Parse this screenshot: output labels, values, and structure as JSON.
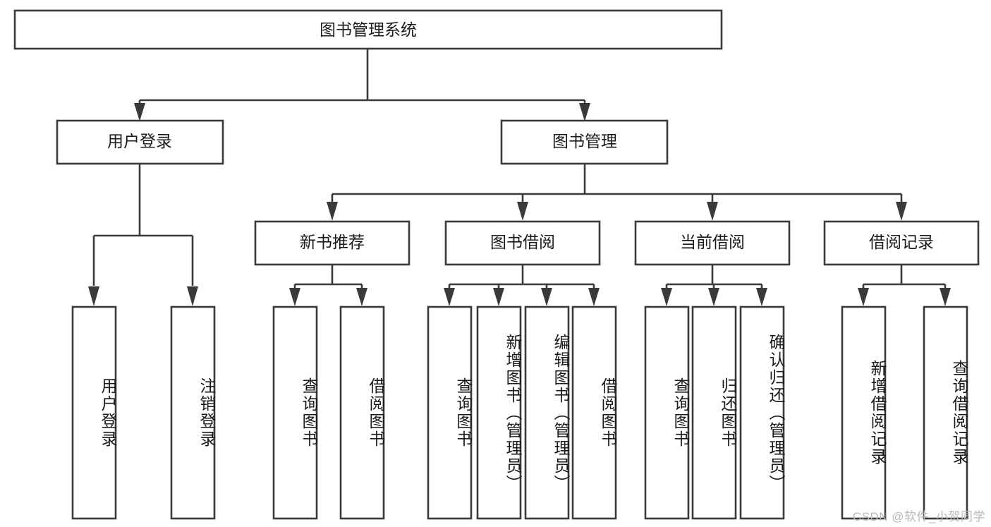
{
  "diagram": {
    "title": "图书管理系统",
    "watermark": "CSDN @软件_小贺同学",
    "colors": {
      "stroke": "#3a3a3a",
      "fill": "#ffffff",
      "text": "#1a1a1a",
      "watermark": "#b9b9b9",
      "background": "#ffffff"
    },
    "root": {
      "label": "图书管理系统"
    },
    "level2": [
      {
        "label": "用户登录"
      },
      {
        "label": "图书管理"
      }
    ],
    "level3": [
      {
        "label": "新书推荐"
      },
      {
        "label": "图书借阅"
      },
      {
        "label": "当前借阅"
      },
      {
        "label": "借阅记录"
      }
    ],
    "leaves": {
      "user_login": [
        {
          "label": "用户登录"
        },
        {
          "label": "注销登录"
        }
      ],
      "new_book_recommend": [
        {
          "label": "查询图书"
        },
        {
          "label": "借阅图书"
        }
      ],
      "book_borrow": [
        {
          "label": "查询图书"
        },
        {
          "label": "新增图书（管理员）"
        },
        {
          "label": "编辑图书（管理员）"
        },
        {
          "label": "借阅图书"
        }
      ],
      "current_borrow": [
        {
          "label": "查询图书"
        },
        {
          "label": "归还图书"
        },
        {
          "label": "确认归还（管理员）"
        }
      ],
      "borrow_record": [
        {
          "label": "新增借阅记录"
        },
        {
          "label": "查询借阅记录"
        }
      ]
    }
  },
  "chart_data": {
    "type": "tree-diagram",
    "title": "图书管理系统",
    "orientation": "top-down",
    "levels": 4,
    "nodes": [
      {
        "id": "root",
        "label": "图书管理系统",
        "level": 0,
        "parent": null
      },
      {
        "id": "n1",
        "label": "用户登录",
        "level": 1,
        "parent": "root"
      },
      {
        "id": "n2",
        "label": "图书管理",
        "level": 1,
        "parent": "root"
      },
      {
        "id": "n1-1",
        "label": "用户登录",
        "level": 2,
        "parent": "n1"
      },
      {
        "id": "n1-2",
        "label": "注销登录",
        "level": 2,
        "parent": "n1"
      },
      {
        "id": "n2-1",
        "label": "新书推荐",
        "level": 2,
        "parent": "n2"
      },
      {
        "id": "n2-2",
        "label": "图书借阅",
        "level": 2,
        "parent": "n2"
      },
      {
        "id": "n2-3",
        "label": "当前借阅",
        "level": 2,
        "parent": "n2"
      },
      {
        "id": "n2-4",
        "label": "借阅记录",
        "level": 2,
        "parent": "n2"
      },
      {
        "id": "n2-1-1",
        "label": "查询图书",
        "level": 3,
        "parent": "n2-1"
      },
      {
        "id": "n2-1-2",
        "label": "借阅图书",
        "level": 3,
        "parent": "n2-1"
      },
      {
        "id": "n2-2-1",
        "label": "查询图书",
        "level": 3,
        "parent": "n2-2"
      },
      {
        "id": "n2-2-2",
        "label": "新增图书（管理员）",
        "level": 3,
        "parent": "n2-2"
      },
      {
        "id": "n2-2-3",
        "label": "编辑图书（管理员）",
        "level": 3,
        "parent": "n2-2"
      },
      {
        "id": "n2-2-4",
        "label": "借阅图书",
        "level": 3,
        "parent": "n2-2"
      },
      {
        "id": "n2-3-1",
        "label": "查询图书",
        "level": 3,
        "parent": "n2-3"
      },
      {
        "id": "n2-3-2",
        "label": "归还图书",
        "level": 3,
        "parent": "n2-3"
      },
      {
        "id": "n2-3-3",
        "label": "确认归还（管理员）",
        "level": 3,
        "parent": "n2-3"
      },
      {
        "id": "n2-4-1",
        "label": "新增借阅记录",
        "level": 3,
        "parent": "n2-4"
      },
      {
        "id": "n2-4-2",
        "label": "查询借阅记录",
        "level": 3,
        "parent": "n2-4"
      }
    ]
  }
}
